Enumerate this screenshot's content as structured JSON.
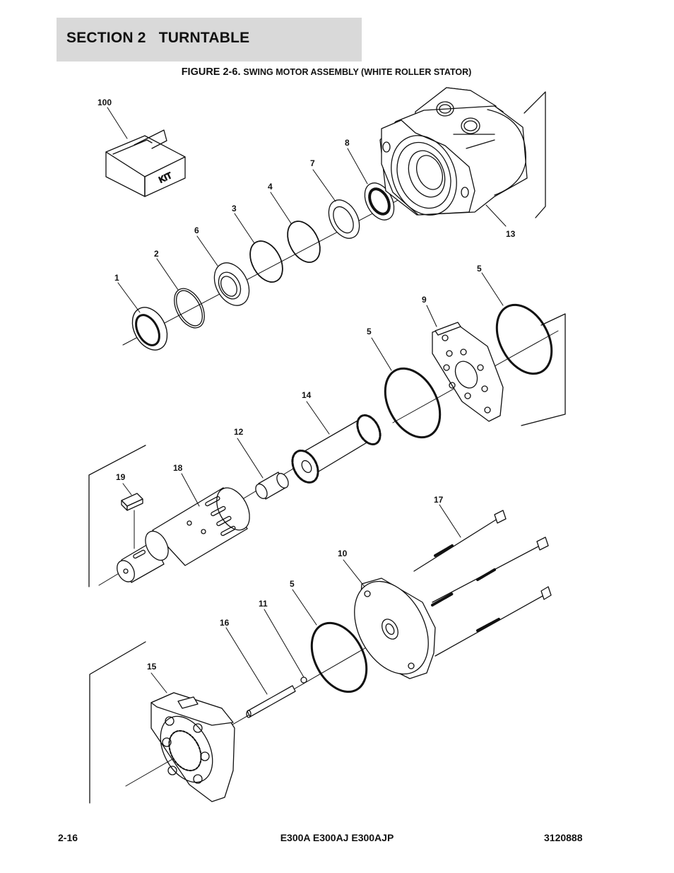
{
  "section": {
    "title": "SECTION 2   TURNTABLE"
  },
  "figure": {
    "number": "FIGURE 2-6.",
    "title": "SWING MOTOR ASSEMBLY (WHITE ROLLER STATOR)"
  },
  "kit_box": {
    "label": "KIT"
  },
  "callouts": {
    "c100": "100",
    "c8": "8",
    "c7": "7",
    "c4": "4",
    "c3": "3",
    "c6": "6",
    "c2": "2",
    "c1": "1",
    "c13": "13",
    "c5a": "5",
    "c9": "9",
    "c5b": "5",
    "c14": "14",
    "c12": "12",
    "c18": "18",
    "c19": "19",
    "c17": "17",
    "c10": "10",
    "c5c": "5",
    "c11": "11",
    "c16": "16",
    "c15": "15"
  },
  "footer": {
    "page": "2-16",
    "models": "E300A E300AJ E300AJP",
    "doc_number": "3120888"
  }
}
